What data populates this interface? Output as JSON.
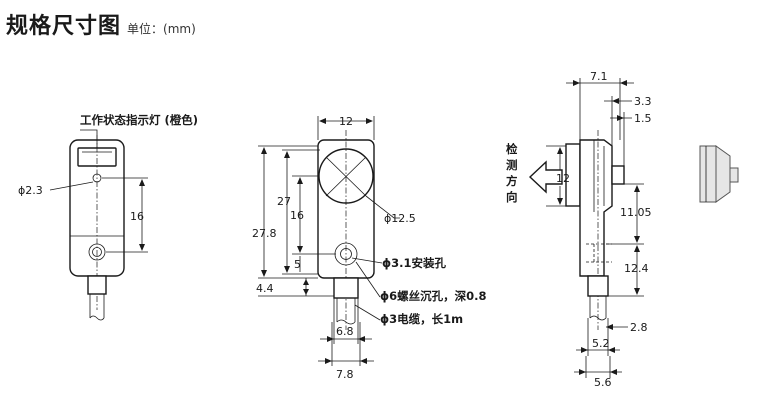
{
  "header": {
    "title": "规格尺寸图",
    "unit": "单位：(mm)"
  },
  "views": {
    "left": {
      "indicator_label": "工作状态指示灯 (橙色)",
      "hole_dia": "ϕ2.3",
      "height": "16"
    },
    "front": {
      "width": "12",
      "total_height": "27.8",
      "body_height": "27",
      "upper_height": "16",
      "lower_height": "5",
      "cable_offset": "4.4",
      "face_dia": "ϕ12.5",
      "mount_hole": "ϕ3.1安装孔",
      "counterbore": "ϕ6螺丝沉孔，深0.8",
      "cable": "ϕ3电缆，长1m",
      "cable_width_inner": "6.8",
      "cable_width_outer": "7.8"
    },
    "side": {
      "top_width": "7.1",
      "step_a": "3.3",
      "step_b": "1.5",
      "sense_width": "12",
      "detect_direction": [
        "检",
        "测",
        "方",
        "向"
      ],
      "mid_height": "11.05",
      "lower_height": "12.4",
      "cable_offset": "2.8",
      "bottom_inner": "5.2",
      "bottom_outer": "5.6"
    }
  }
}
